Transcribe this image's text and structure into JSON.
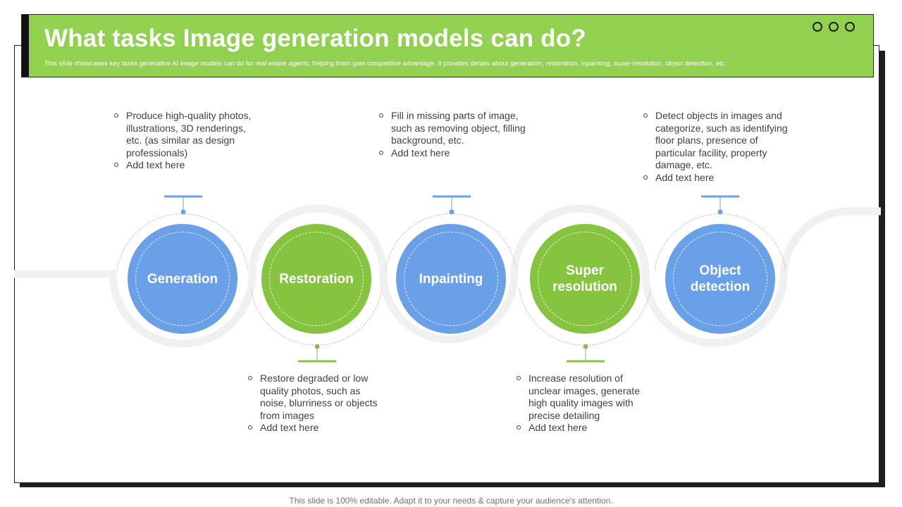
{
  "header": {
    "title": "What tasks Image generation models can do?",
    "subtitle": "This slide showcases key tasks generative AI image models can do for real estate agents, helping them gain competitive advantage. It provides details about generation, restoration, inpainting, super-resolution, object detection, etc."
  },
  "nodes": [
    {
      "label": "Generation",
      "color": "#6aa0e8"
    },
    {
      "label": "Restoration",
      "color": "#86c440"
    },
    {
      "label": "Inpainting",
      "color": "#6aa0e8"
    },
    {
      "label": "Super\nresolution",
      "color": "#86c440"
    },
    {
      "label": "Object\ndetection",
      "color": "#6aa0e8"
    }
  ],
  "descriptions": {
    "generation": [
      "Produce high-quality photos, illustrations, 3D renderings, etc. (as similar as design professionals)",
      "Add text here"
    ],
    "restoration": [
      "Restore degraded or low quality photos, such as noise, blurriness or objects from images",
      "Add text here"
    ],
    "inpainting": [
      "Fill in missing parts of image, such as removing object, filling background, etc.",
      "Add text here"
    ],
    "super_resolution": [
      "Increase resolution of unclear images, generate high quality images with precise detailing",
      "Add text here"
    ],
    "object_detection": [
      "Detect objects in images and categorize, such as identifying floor plans, presence of particular facility, property damage, etc.",
      "Add text here"
    ]
  },
  "colors": {
    "brand_green": "#92d050",
    "blue": "#6aa0e8",
    "green": "#86c440",
    "track": "#f0f0f0"
  },
  "footer": "This slide is 100% editable. Adapt it to your needs & capture your audience's attention."
}
